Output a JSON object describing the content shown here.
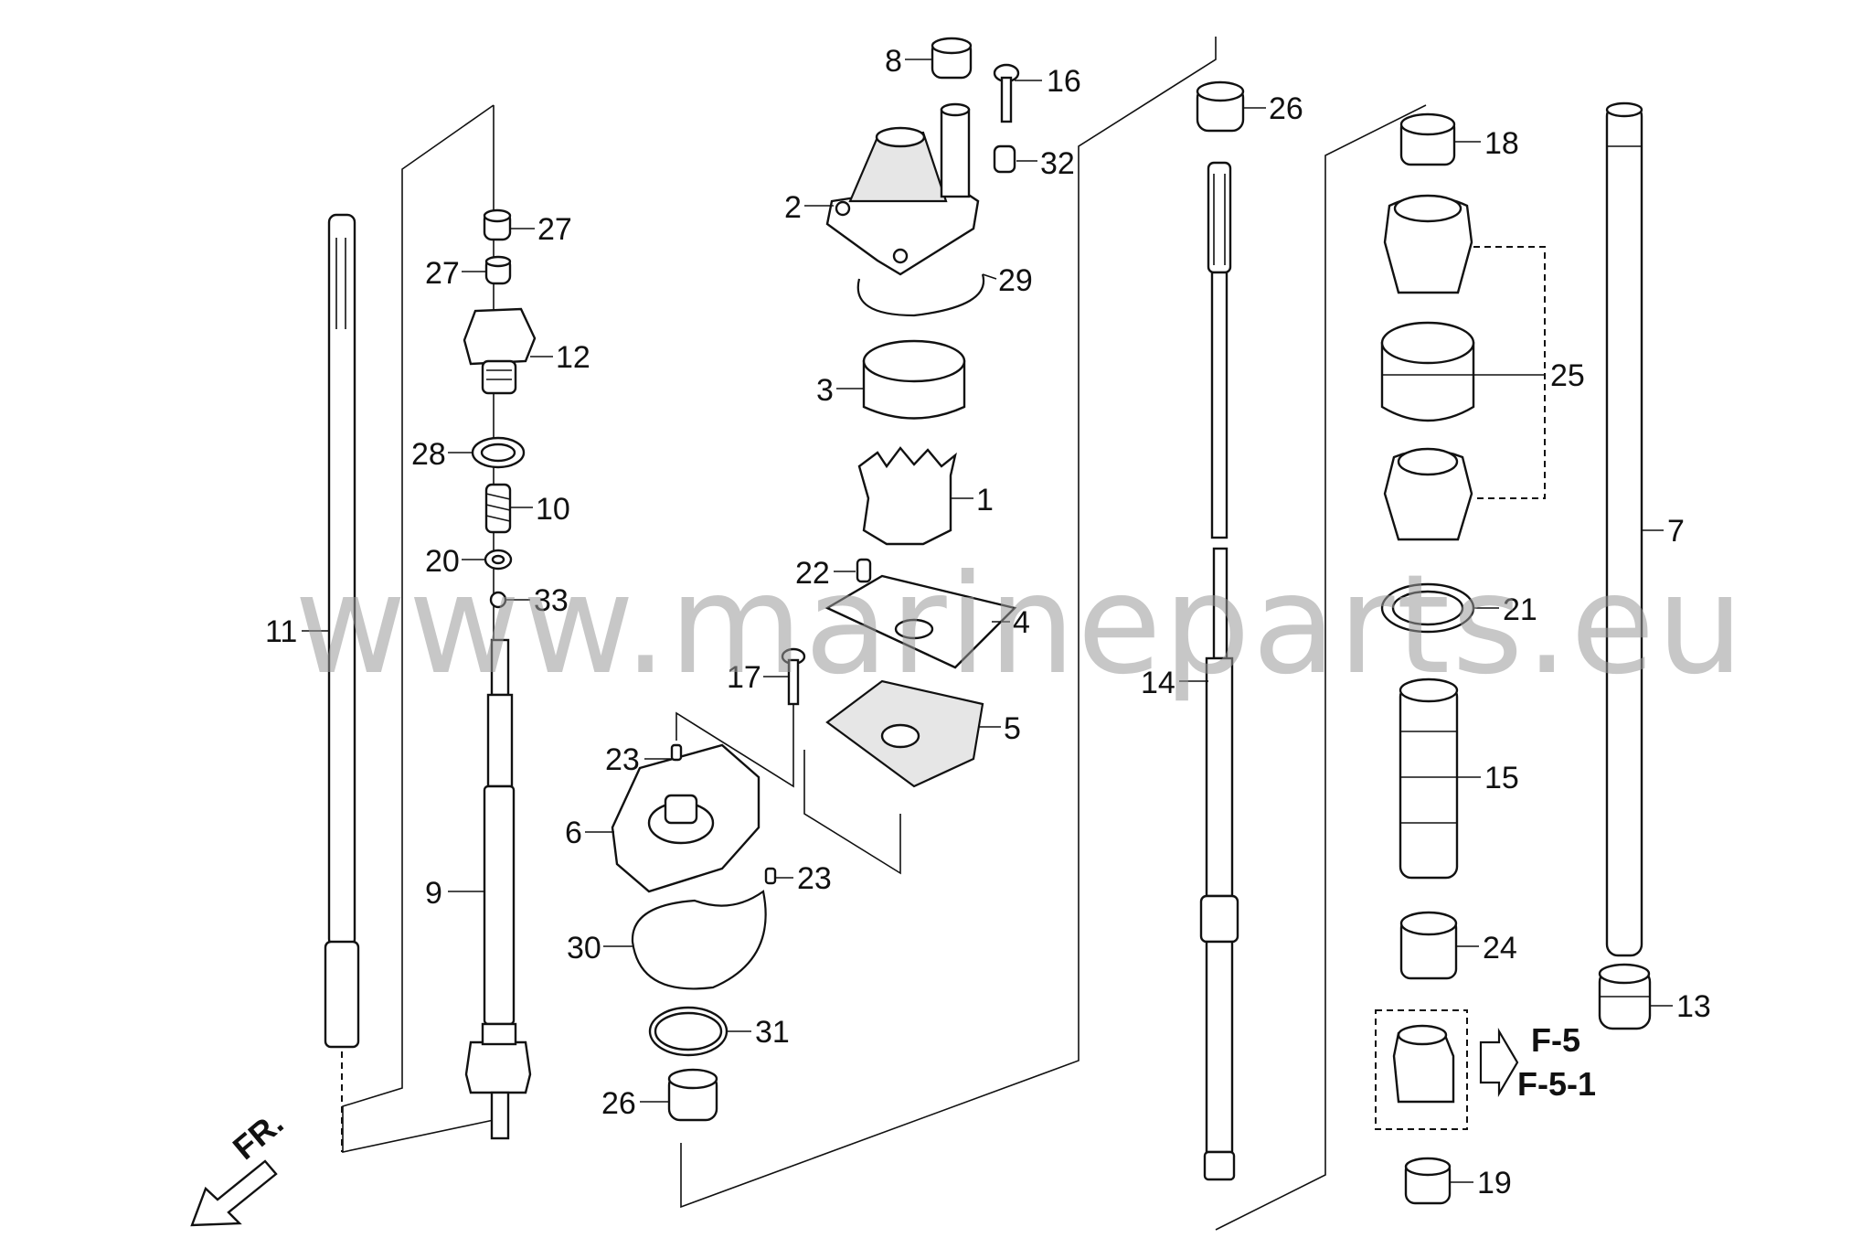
{
  "diagram": {
    "watermark": "www.marineparts.eu",
    "direction_label": "FR.",
    "reference_labels": [
      "F-5",
      "F-5-1"
    ],
    "callouts": {
      "c1": "1",
      "c2": "2",
      "c3": "3",
      "c4": "4",
      "c5": "5",
      "c6": "6",
      "c7": "7",
      "c8": "8",
      "c9": "9",
      "c10": "10",
      "c11": "11",
      "c12": "12",
      "c13": "13",
      "c14": "14",
      "c15": "15",
      "c16": "16",
      "c17": "17",
      "c18": "18",
      "c19": "19",
      "c20": "20",
      "c21": "21",
      "c22": "22",
      "c23a": "23",
      "c23b": "23",
      "c24": "24",
      "c25": "25",
      "c26a": "26",
      "c26b": "26",
      "c27a": "27",
      "c27b": "27",
      "c28": "28",
      "c29": "29",
      "c30": "30",
      "c31": "31",
      "c32": "32",
      "c33": "33"
    }
  }
}
